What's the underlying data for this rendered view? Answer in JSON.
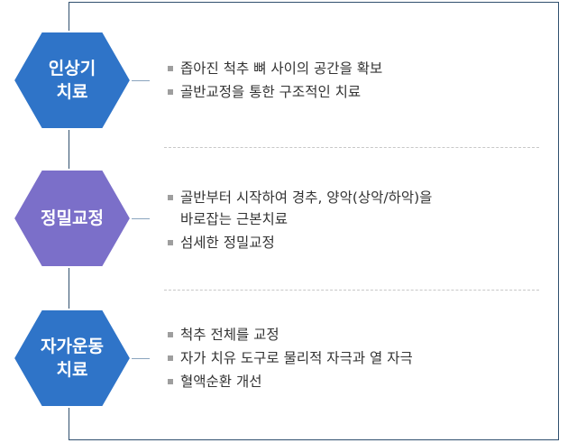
{
  "sections": [
    {
      "title_lines": [
        "인상기",
        "치료"
      ],
      "color": "#2f74c8",
      "bullets": [
        "좁아진 척추 뼈 사이의 공간을 확보",
        "골반교정을 통한 구조적인 치료"
      ]
    },
    {
      "title_lines": [
        "정밀교정"
      ],
      "color": "#7b6fc9",
      "bullets": [
        "골반부터 시작하여 경추, 양악(상악/하악)을\n바로잡는 근본치료",
        "섬세한 정밀교정"
      ]
    },
    {
      "title_lines": [
        "자가운동",
        "치료"
      ],
      "color": "#2f74c8",
      "bullets": [
        "척추 전체를 교정",
        "자가 치유 도구로 물리적 자극과 열 자극",
        "혈액순환 개선"
      ]
    }
  ]
}
